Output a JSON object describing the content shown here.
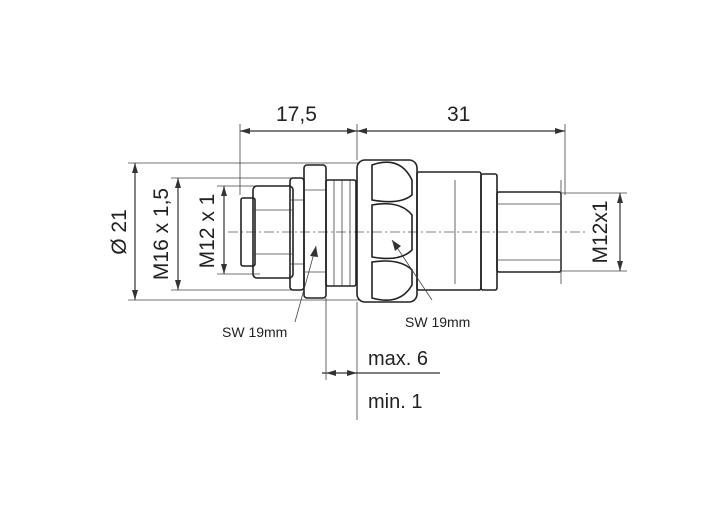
{
  "dimensions": {
    "left_length": "17,5",
    "right_length": "31",
    "diameter": "Ø 21",
    "thread_panel": "M16 x 1,5",
    "thread_front": "M12 x 1",
    "thread_rear": "M12x1",
    "max_panel": "max. 6",
    "min_panel": "min. 1"
  },
  "callouts": {
    "wrench_left": "SW 19mm",
    "wrench_right": "SW 19mm"
  }
}
